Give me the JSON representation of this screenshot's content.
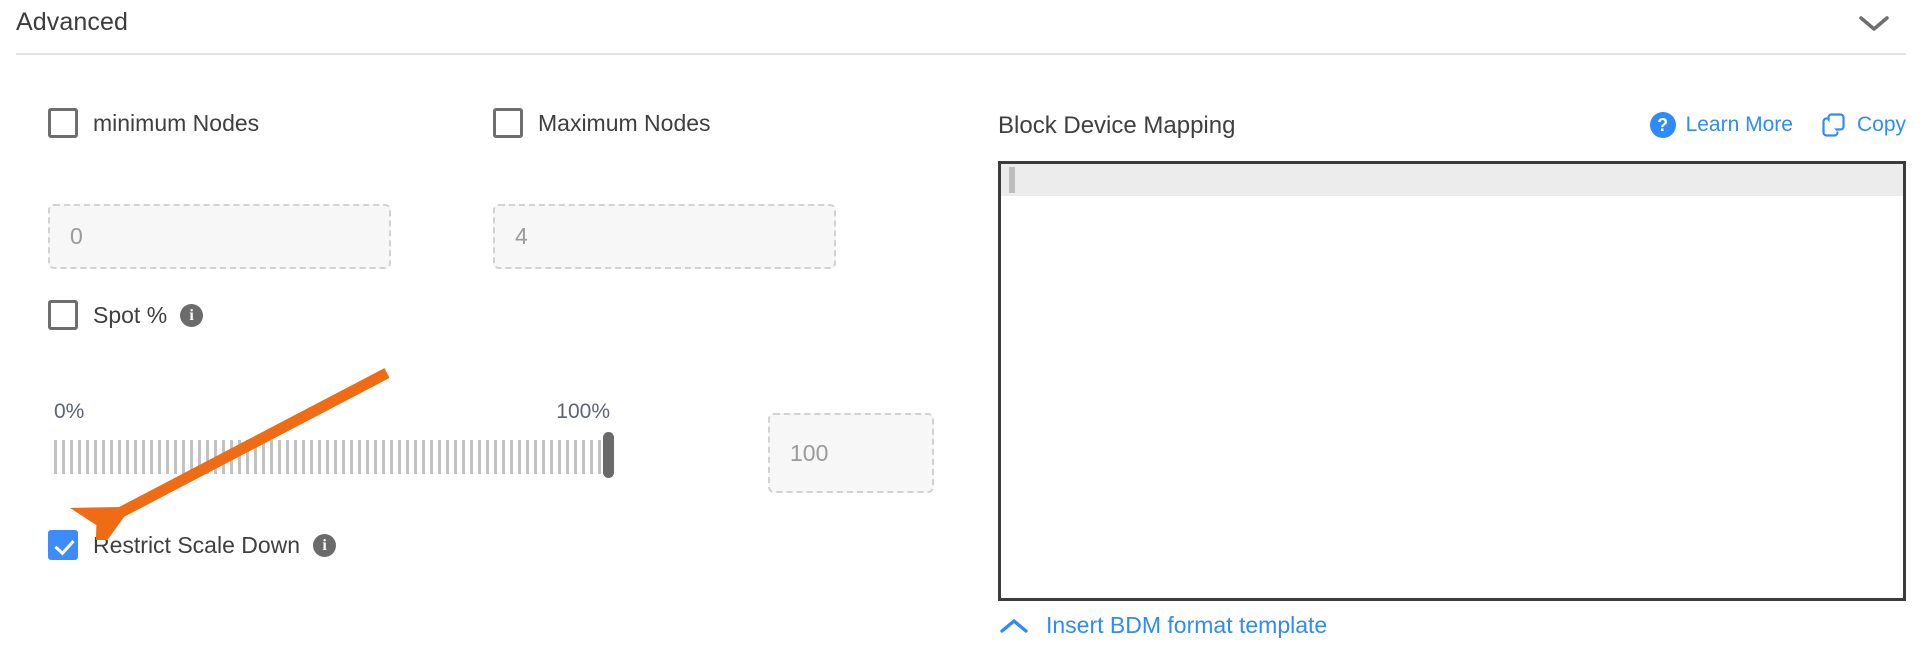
{
  "section": {
    "title": "Advanced",
    "collapse_icon": "chevron-down-icon"
  },
  "left_panel": {
    "min_nodes": {
      "label": "minimum Nodes",
      "checked": false,
      "input_value": "0"
    },
    "max_nodes": {
      "label": "Maximum Nodes",
      "checked": false,
      "input_value": "4"
    },
    "spot": {
      "label": "Spot %",
      "checked": false,
      "info_icon": "info-icon",
      "info_glyph": "i"
    },
    "slider": {
      "min_label": "0%",
      "max_label": "100%",
      "value": 100,
      "value_input": "100"
    },
    "restrict_scale_down": {
      "label": "Restrict Scale Down",
      "checked": true,
      "info_icon": "info-icon",
      "info_glyph": "i"
    }
  },
  "right_panel": {
    "title": "Block Device Mapping",
    "learn_more": {
      "label": "Learn More",
      "icon": "question-circle-icon",
      "glyph": "?"
    },
    "copy": {
      "label": "Copy",
      "icon": "copy-icon"
    },
    "editor": {
      "content": ""
    },
    "footer_link": {
      "label": "Insert BDM format template",
      "icon": "chevron-up-icon"
    }
  },
  "annotation": {
    "type": "arrow",
    "color": "#ef6c14",
    "points_to": "restrict-scale-down-checkbox"
  },
  "colors": {
    "link": "#2f8afc",
    "checkbox_checked": "#3d8bfd",
    "annotation": "#ef6c14",
    "divider": "#e2e2e2"
  }
}
